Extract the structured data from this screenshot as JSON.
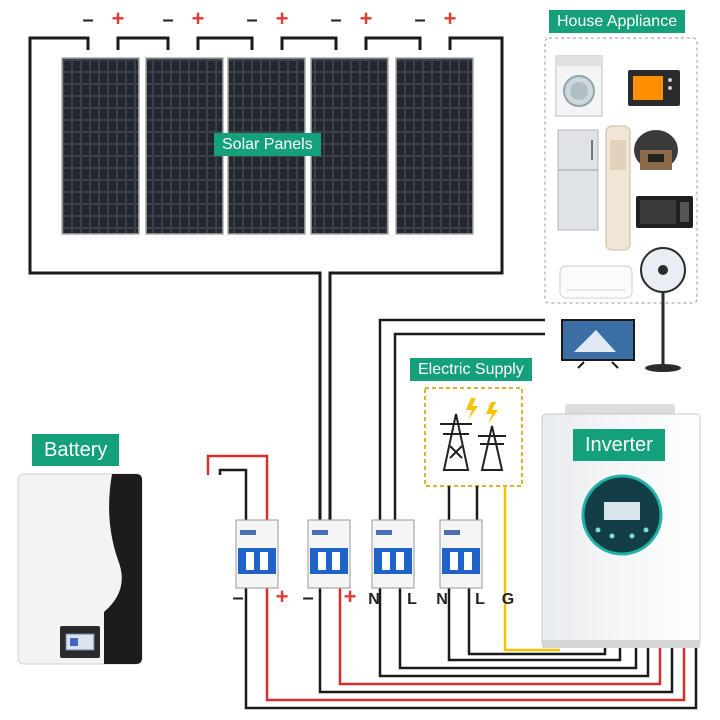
{
  "labels": {
    "solar_panels": "Solar Panels",
    "house_appliance": "House Appliance",
    "electric_supply": "Electric Supply",
    "battery": "Battery",
    "inverter": "Inverter"
  },
  "panel_terminals": [
    "–",
    "+",
    "–",
    "+",
    "–",
    "+",
    "–",
    "+",
    "–",
    "+"
  ],
  "breaker_terminals": [
    "–",
    "+",
    "–",
    "+",
    "N",
    "L",
    "N",
    "L",
    "G"
  ],
  "colors": {
    "accent": "#15a07c",
    "positive_wire": "#d32f2f",
    "negative_wire": "#1a1a1a",
    "ground_wire": "#f5c400",
    "breaker_blue": "#1f63c9",
    "panel_cell": "#1b1e24"
  },
  "appliances": [
    "washing-machine",
    "microwave-oven",
    "refrigerator",
    "air-conditioner-tower",
    "rice-cooker",
    "oven",
    "wall-air-conditioner",
    "standing-fan",
    "television"
  ]
}
